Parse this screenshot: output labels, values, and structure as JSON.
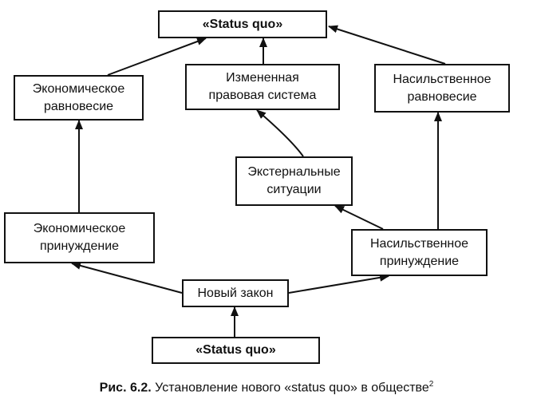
{
  "nodes": {
    "status_quo_top": "«Status quo»",
    "econ_equilibrium": "Экономическое\nравновесие",
    "changed_legal_system": "Измененная\nправовая система",
    "violent_equilibrium": "Насильственное\nравновесие",
    "external_situations": "Экстернальные\nситуации",
    "econ_coercion": "Экономическое\nпринуждение",
    "violent_coercion": "Насильственное\nпринуждение",
    "new_law": "Новый закон",
    "status_quo_bottom": "«Status quo»"
  },
  "edges": [
    {
      "from": "status_quo_bottom",
      "to": "new_law"
    },
    {
      "from": "new_law",
      "to": "econ_coercion"
    },
    {
      "from": "new_law",
      "to": "violent_coercion"
    },
    {
      "from": "econ_coercion",
      "to": "econ_equilibrium"
    },
    {
      "from": "violent_coercion",
      "to": "external_situations"
    },
    {
      "from": "violent_coercion",
      "to": "violent_equilibrium"
    },
    {
      "from": "external_situations",
      "to": "changed_legal_system"
    },
    {
      "from": "econ_equilibrium",
      "to": "status_quo_top"
    },
    {
      "from": "changed_legal_system",
      "to": "status_quo_top"
    },
    {
      "from": "violent_equilibrium",
      "to": "status_quo_top"
    }
  ],
  "caption": {
    "label": "Рис. 6.2.",
    "text": "Установление нового «status quo» в обществе",
    "footnote": "2"
  }
}
